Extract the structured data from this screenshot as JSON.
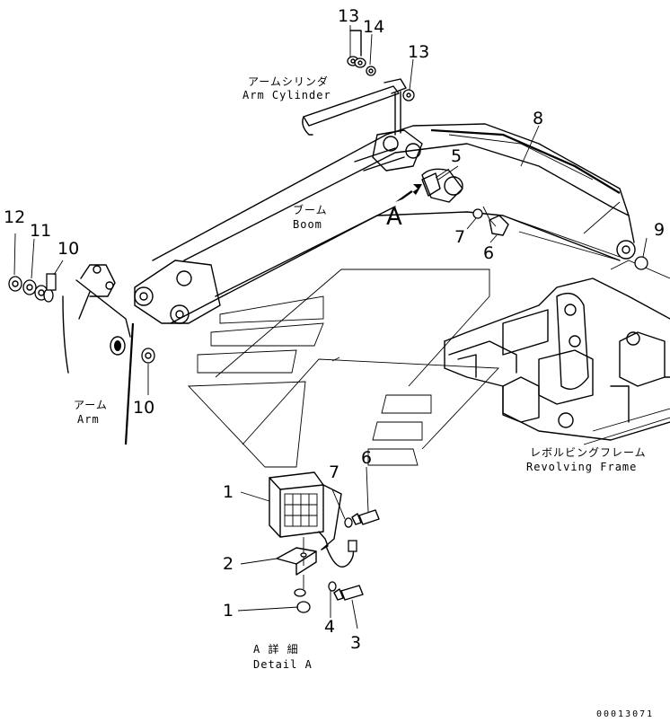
{
  "labels": {
    "arm_cylinder_jp": "アームシリンダ",
    "arm_cylinder_en": "Arm Cylinder",
    "boom_jp": "ブーム",
    "boom_en": "Boom",
    "arm_jp": "アーム",
    "arm_en": "Arm",
    "revolving_frame_jp": "レボルビングフレーム",
    "revolving_frame_en": "Revolving Frame",
    "detail_a_jp": "A 詳 細",
    "detail_a_en": "Detail A",
    "view_letter": "A"
  },
  "callouts": {
    "c13a": "13",
    "c14": "14",
    "c13b": "13",
    "c8": "8",
    "c5": "5",
    "c7a": "7",
    "c6a": "6",
    "c9": "9",
    "c12": "12",
    "c11": "11",
    "c10a": "10",
    "c10b": "10",
    "c1a": "1",
    "c7b": "7",
    "c6b": "6",
    "c2": "2",
    "c1b": "1",
    "c4": "4",
    "c3": "3"
  },
  "reference_code": "00013071"
}
